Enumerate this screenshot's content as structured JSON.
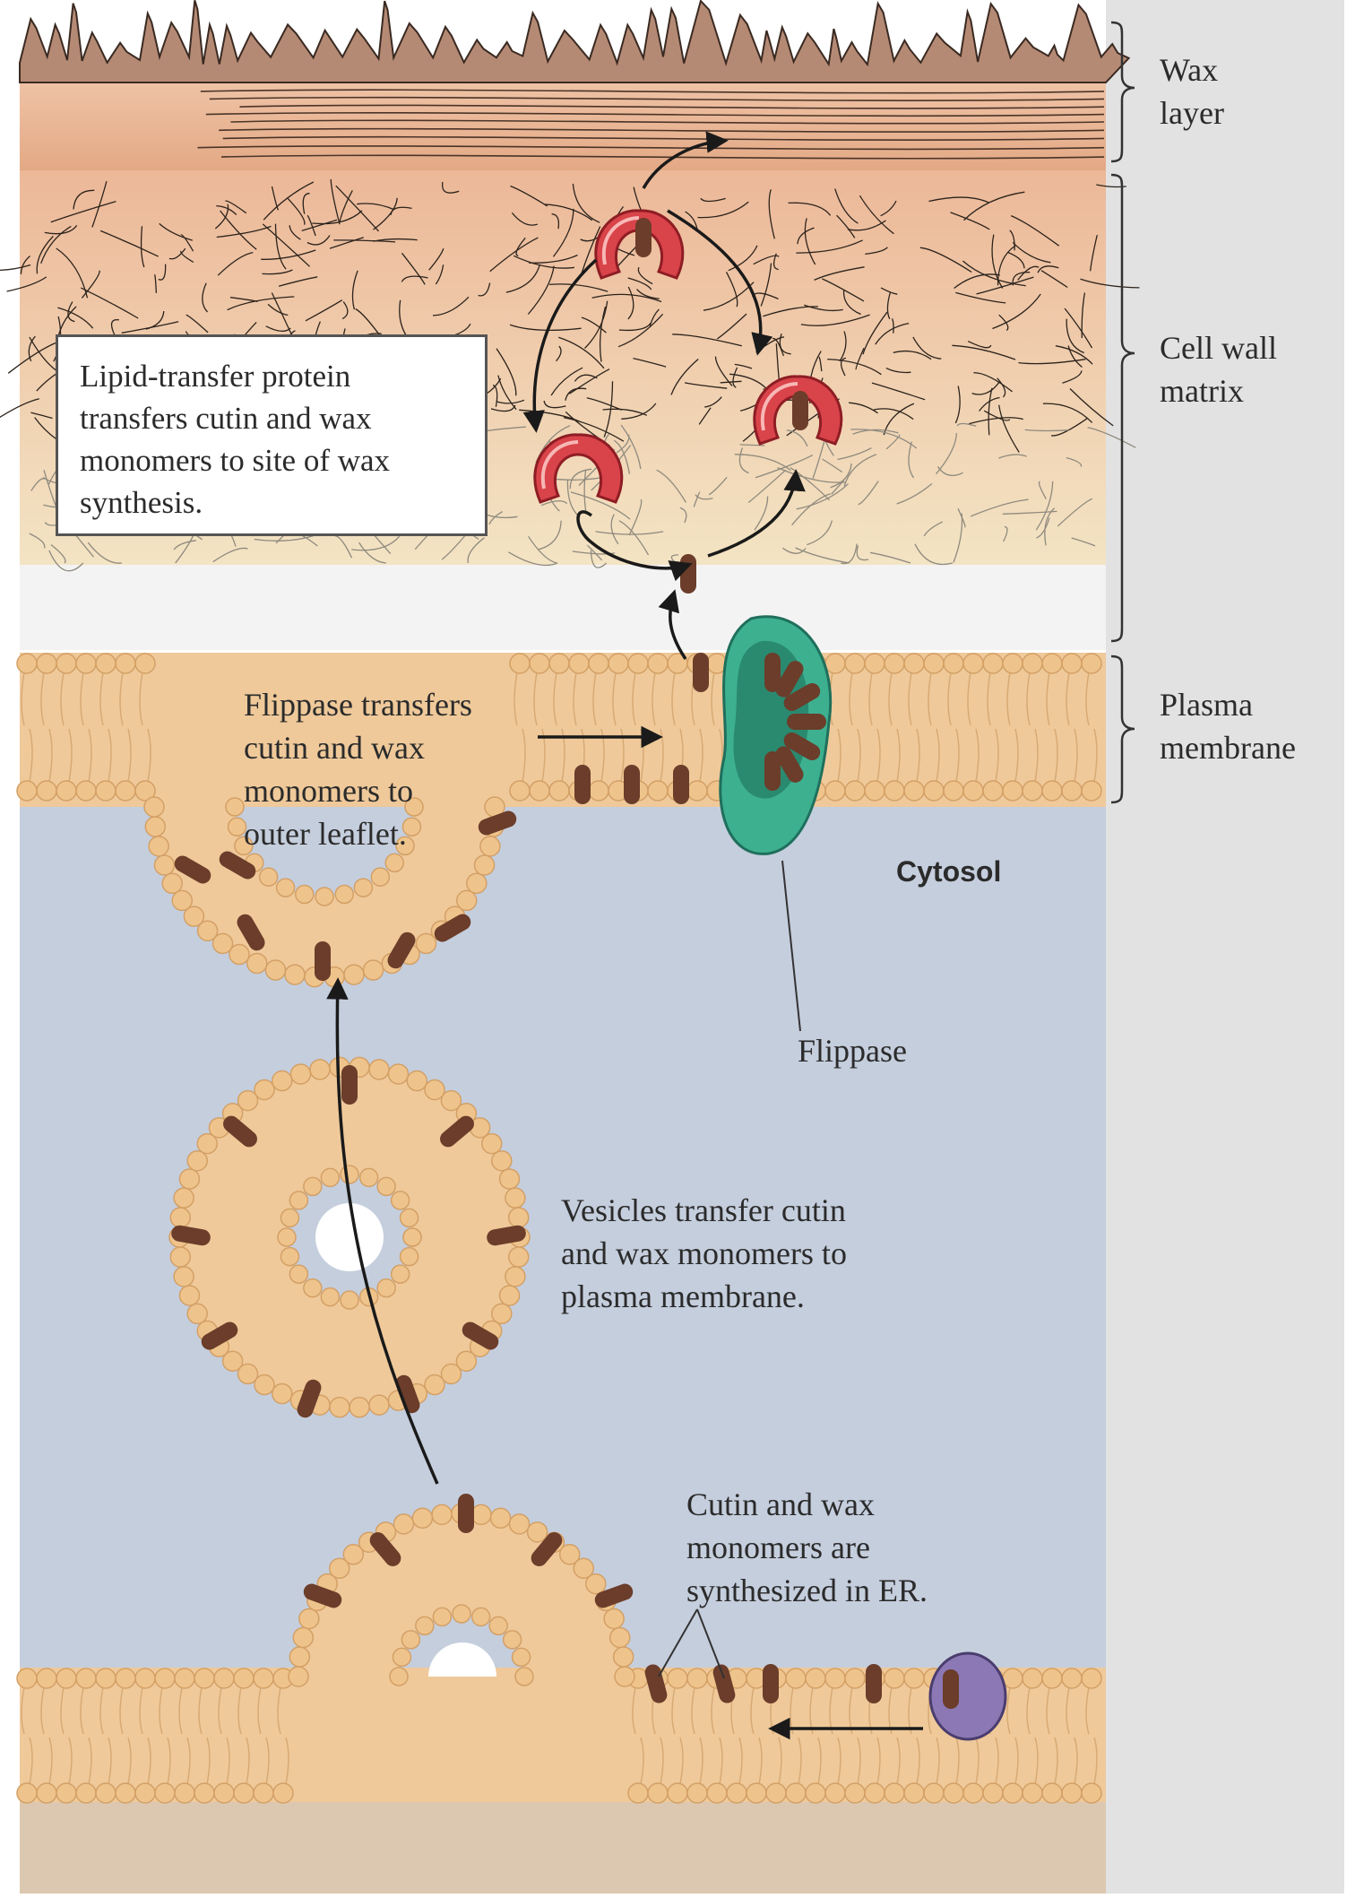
{
  "labels": {
    "wax_layer": [
      "Wax",
      "layer"
    ],
    "cell_wall_matrix": [
      "Cell wall",
      "matrix"
    ],
    "plasma_membrane": [
      "Plasma",
      "membrane"
    ],
    "cytosol": "Cytosol",
    "flippase": "Flippase"
  },
  "callouts": {
    "lipid_transfer": [
      "Lipid-transfer protein",
      "transfers cutin and wax",
      "monomers to site of wax",
      "synthesis."
    ],
    "flippase_transfer": [
      "Flippase transfers",
      "cutin and wax",
      "monomers to",
      "outer leaflet."
    ],
    "vesicles": [
      "Vesicles transfer cutin",
      "and wax monomers to",
      "plasma membrane."
    ],
    "er_synthesis": [
      "Cutin and wax",
      "monomers are",
      "synthesized in ER."
    ]
  },
  "colors": {
    "wax": "#e9b594",
    "cell_wall_top": "#ecb898",
    "cell_wall_bottom": "#f3e4c4",
    "membrane": "#efc99a",
    "head": "#efc48c",
    "cytosol": "#c5cedd",
    "er_lumen": "#dcc8b0",
    "monomer": "#6b3d2a",
    "ltp": "#d9434a",
    "flippase": "#2f9a82",
    "er_protein": "#8c78b4",
    "side_panel": "#e2e2e2"
  }
}
